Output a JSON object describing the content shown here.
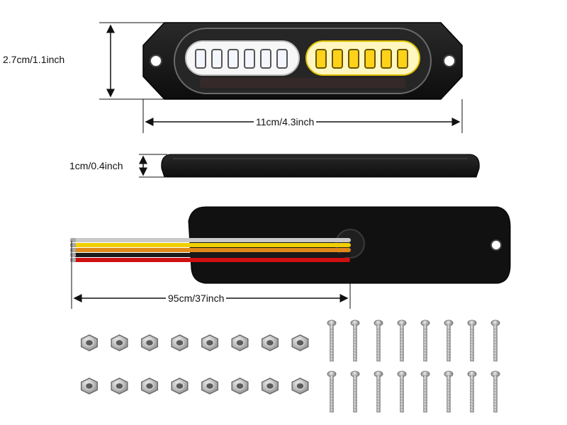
{
  "product": {
    "name": "LED strobe light module",
    "body_color": "#1a1a1a",
    "amber_led_color": "#ffd21a",
    "white_led_color": "#f4f6ff"
  },
  "dimensions": {
    "height_label": "2.7cm/1.1inch",
    "width_label": "11cm/4.3inch",
    "depth_label": "1cm/0.4inch",
    "cable_label": "95cm/37inch"
  },
  "wires": [
    {
      "color": "#c9c9c9"
    },
    {
      "color": "#f0d000"
    },
    {
      "color": "#e08a1a"
    },
    {
      "color": "#1a1a1a"
    },
    {
      "color": "#d01010"
    }
  ],
  "hardware": {
    "nut_count": 16,
    "screw_count": 16,
    "metal_color": "#b8b8b8"
  }
}
